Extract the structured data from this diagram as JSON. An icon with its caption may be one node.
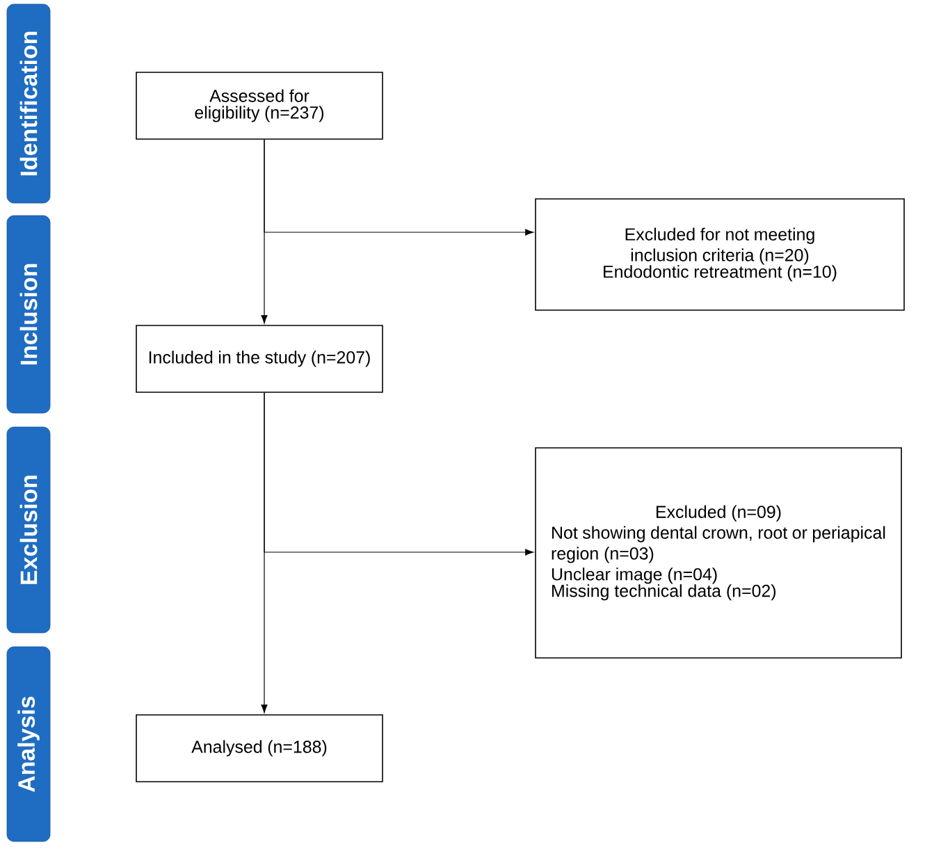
{
  "diagram": {
    "nodes": [
      {
        "text": [
          "Identification"
        ]
      },
      {
        "text": [
          "Inclusion"
        ]
      },
      {
        "text": [
          "Exclusion"
        ]
      },
      {
        "text": [
          "Analysis"
        ]
      },
      {
        "text": [
          "Assessed for eligibility (n=237)"
        ]
      },
      {
        "text": [
          "Excluded for not meeting inclusion criteria (n=20)",
          "Endodontic retreatment (n=10)"
        ]
      },
      {
        "text": [
          "Included in the study (n=207)"
        ]
      },
      {
        "text": [
          "Excluded (n=09)",
          "Not showing dental crown, root or periapical region (n=03)",
          "Unclear image (n=04)",
          "Missing technical data (n=02)"
        ]
      },
      {
        "text": [
          "Analysed (n=188)"
        ]
      }
    ],
    "edges": [
      {
        "from": 4,
        "to": 6,
        "arrow": "to"
      },
      {
        "from": 4,
        "to": 5,
        "arrow": "to"
      },
      {
        "from": 6,
        "to": 8,
        "arrow": "to"
      },
      {
        "from": 6,
        "to": 7,
        "arrow": "to"
      }
    ]
  }
}
